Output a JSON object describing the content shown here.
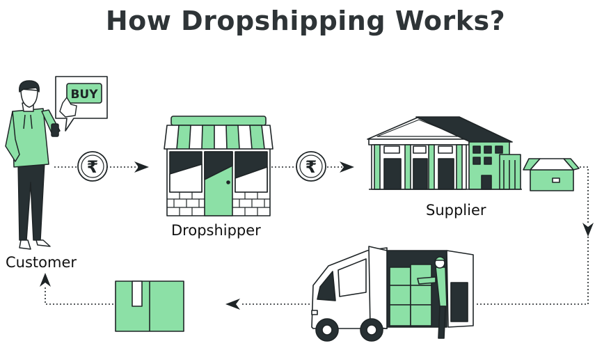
{
  "title": "How Dropshipping Works?",
  "labels": {
    "customer": "Customer",
    "dropshipper": "Dropshipper",
    "supplier": "Supplier"
  },
  "buy_button": "BUY",
  "currency_symbol": "₹",
  "colors": {
    "green": "#8ce0a6",
    "dark": "#273033",
    "title": "#2e3437",
    "stroke": "#1e2426"
  },
  "icons": [
    "customer-figure",
    "buy-bubble-icon",
    "rupee-icon",
    "shop-icon",
    "warehouse-icon",
    "open-box-icon",
    "delivery-van-icon",
    "closed-box-icon"
  ]
}
